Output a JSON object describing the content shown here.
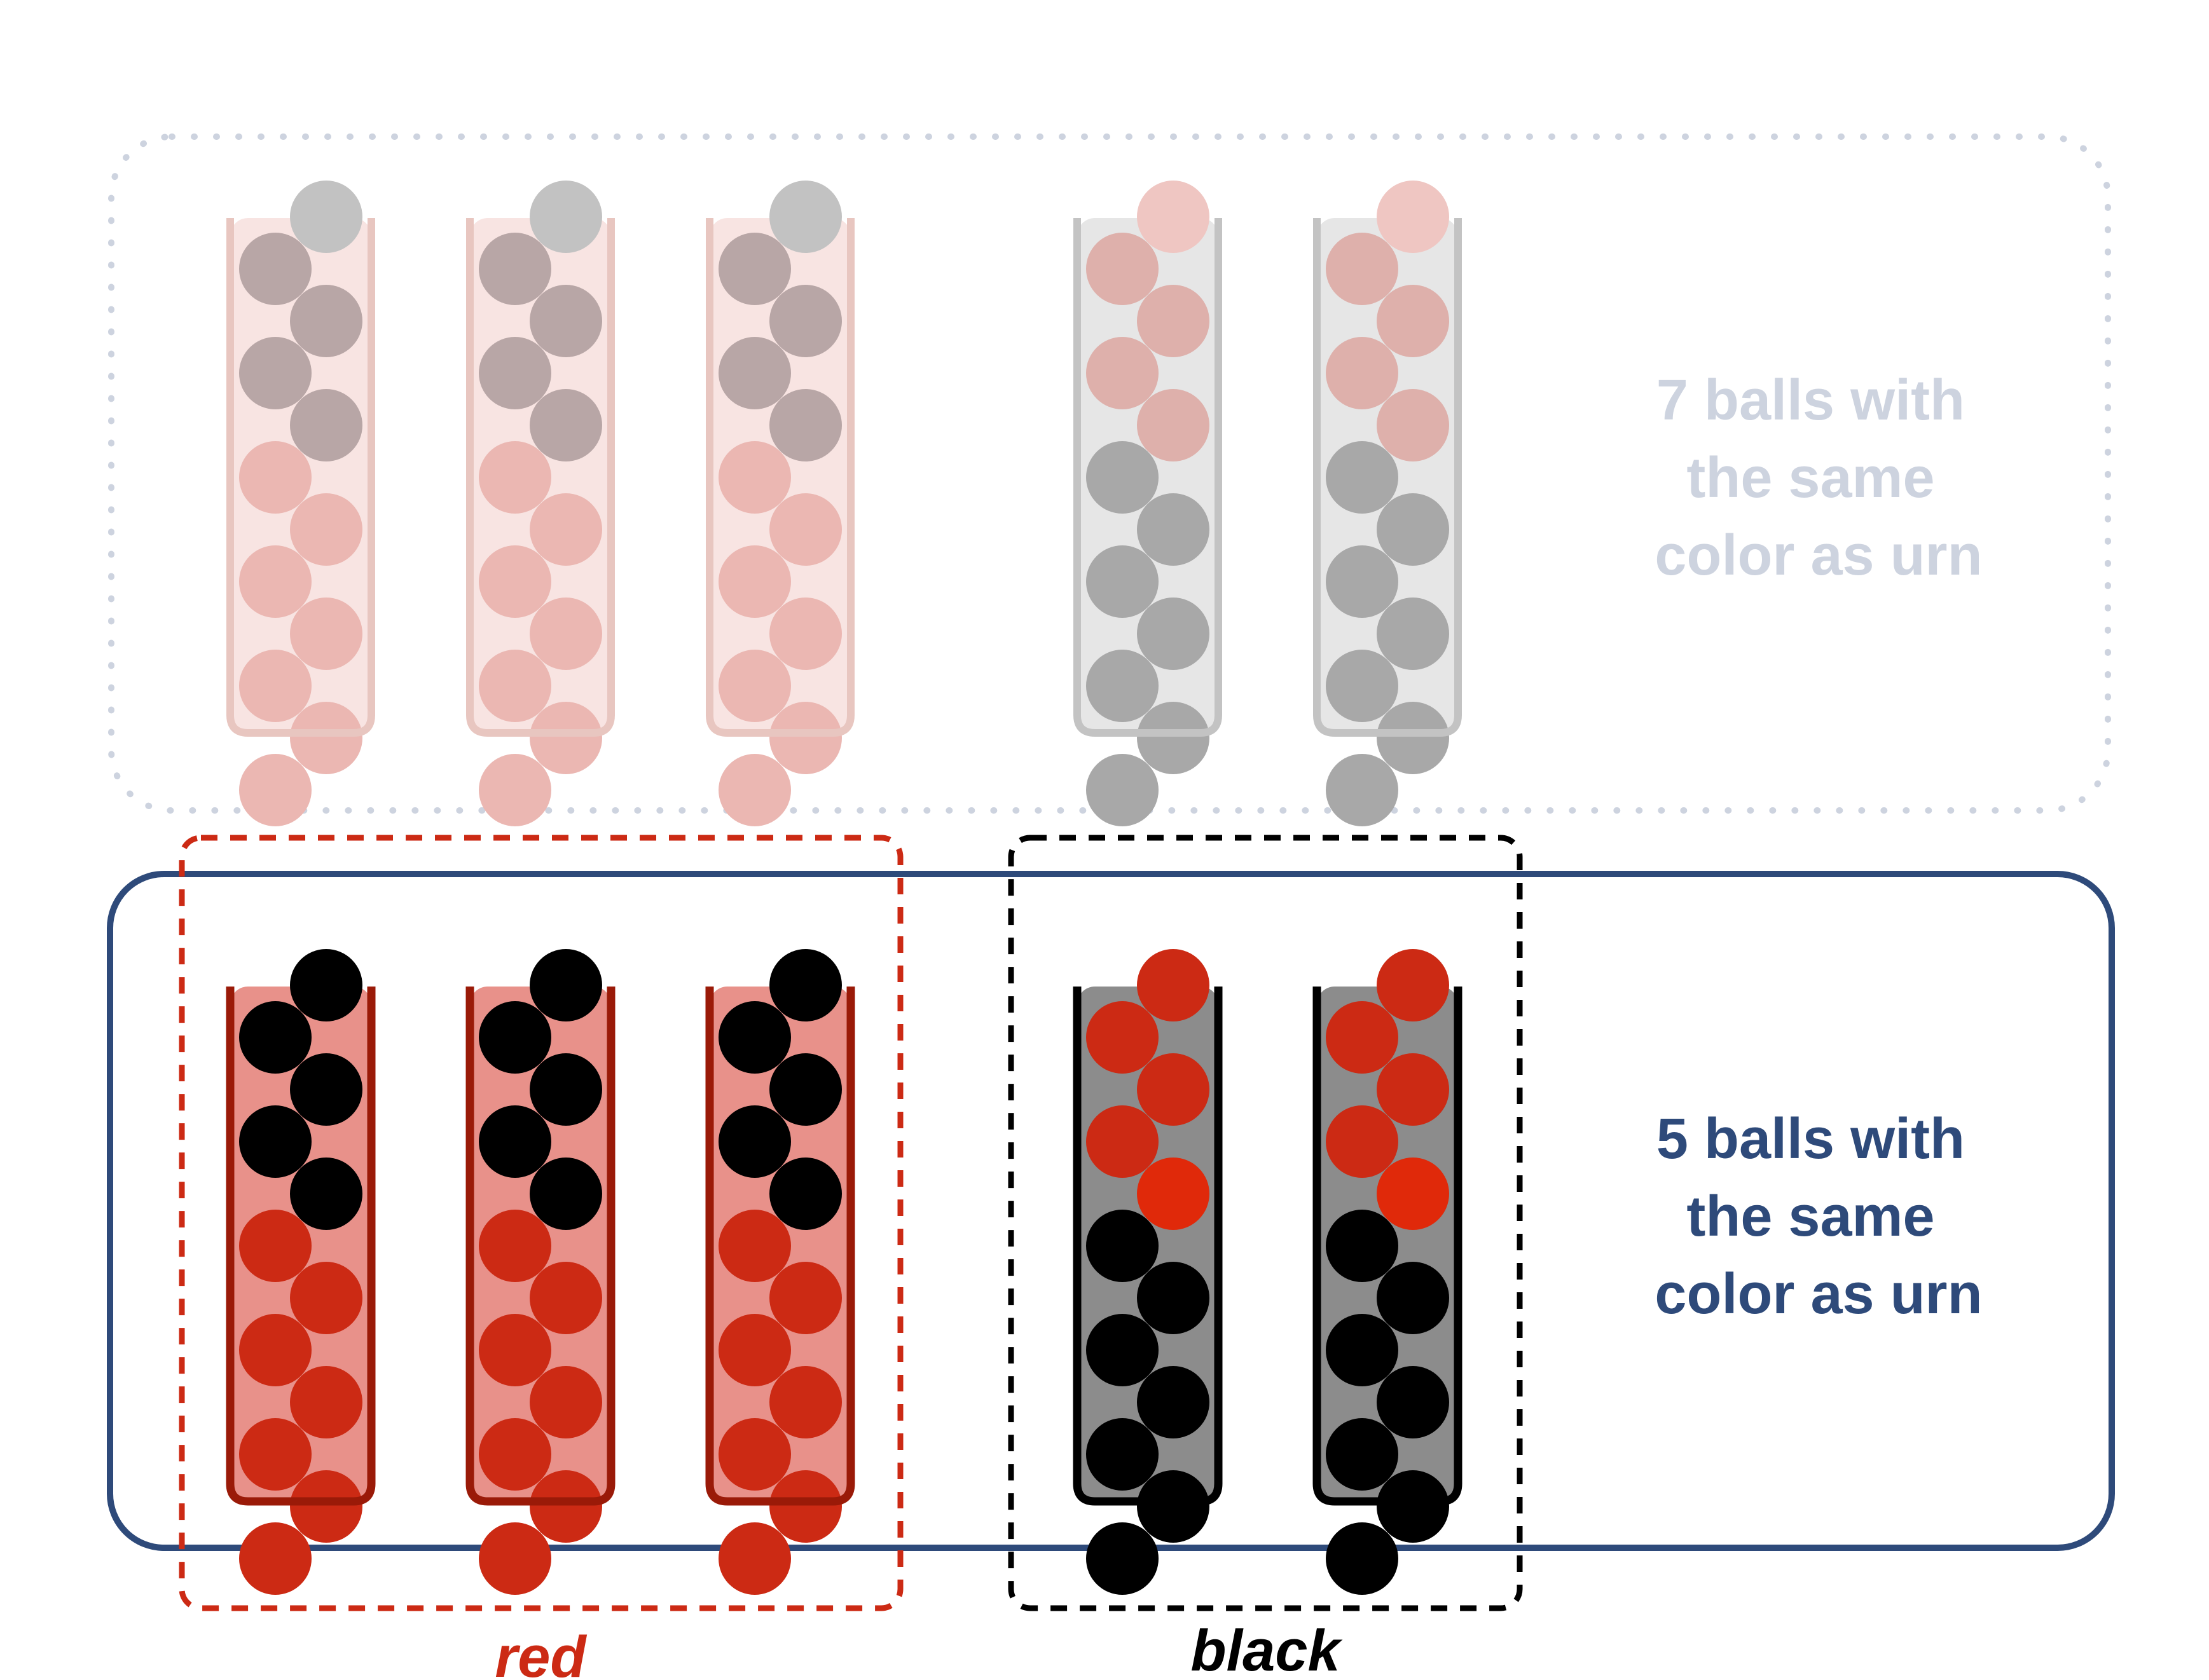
{
  "top_label": {
    "lines": [
      "7 balls with",
      "the same",
      "color as urn"
    ],
    "color": "#cdd3df"
  },
  "bottom_label": {
    "lines": [
      "5 balls with",
      "the same",
      "color as urn"
    ],
    "color": "#2e4a7a"
  },
  "group_labels": {
    "red": "red",
    "black": "black"
  },
  "colors": {
    "red_ball": "#cc2a14",
    "red_ball_bright": "#e0290a",
    "black_ball": "#000000",
    "red_urn_fill": "#e8918a",
    "red_urn_border": "#9a1a08",
    "black_urn_fill": "#8c8c8c",
    "black_urn_border": "#000000",
    "faded_red_ball": "#ebb7b2",
    "faded_dark_ball": "#b8a6a6",
    "faded_gray_ball": "#a8a8a8",
    "faded_pink_ball": "#deb0ab",
    "faded_top_gray": "#c2c2c2",
    "faded_top_pink": "#efc6c2",
    "faded_red_urn_fill": "#f8e4e2",
    "faded_red_urn_border": "#e8c6c0",
    "faded_black_urn_fill": "#e6e6e6",
    "faded_black_urn_border": "#c3c3c3",
    "top_box_border": "#cdd3df",
    "bottom_box_border": "#2e4a7a",
    "red_group_border": "#cc2a14",
    "black_group_border": "#000000"
  },
  "urns": [
    {
      "type": "red",
      "balls": [
        "black",
        "black",
        "black",
        "black",
        "black",
        "red",
        "red",
        "red",
        "red",
        "red",
        "red",
        "red"
      ]
    },
    {
      "type": "red",
      "balls": [
        "black",
        "black",
        "black",
        "black",
        "black",
        "red",
        "red",
        "red",
        "red",
        "red",
        "red",
        "red"
      ]
    },
    {
      "type": "red",
      "balls": [
        "black",
        "black",
        "black",
        "black",
        "black",
        "red",
        "red",
        "red",
        "red",
        "red",
        "red",
        "red"
      ]
    },
    {
      "type": "black",
      "balls": [
        "red",
        "red",
        "red",
        "red",
        "red",
        "black",
        "black",
        "black",
        "black",
        "black",
        "black",
        "black"
      ]
    },
    {
      "type": "black",
      "balls": [
        "red",
        "red",
        "red",
        "red",
        "red",
        "black",
        "black",
        "black",
        "black",
        "black",
        "black",
        "black"
      ]
    }
  ]
}
